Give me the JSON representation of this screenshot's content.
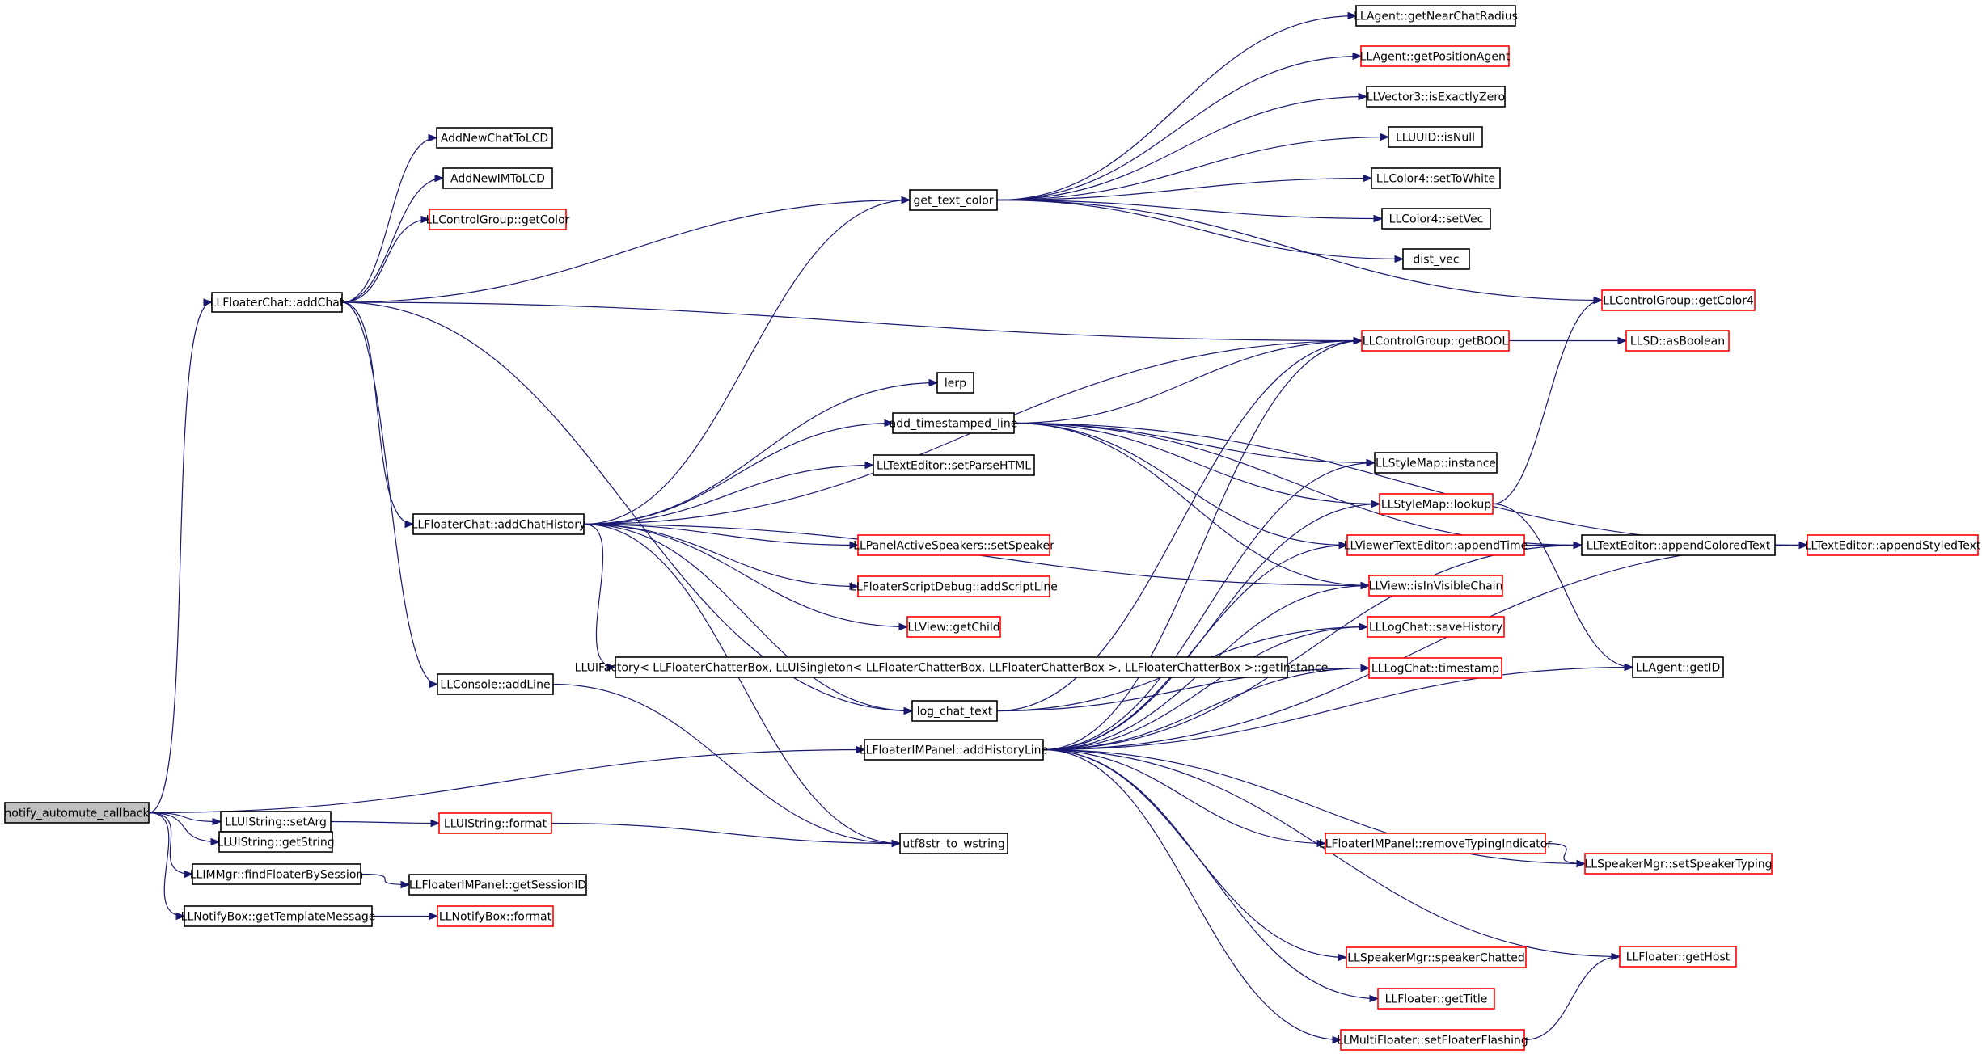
{
  "nodes": [
    {
      "id": "notify",
      "label": "notify_automute_callback",
      "border": "root"
    },
    {
      "id": "addChat",
      "label": "LLFloaterChat::addChat",
      "border": "black"
    },
    {
      "id": "AddNewChatToLCD",
      "label": "AddNewChatToLCD",
      "border": "black"
    },
    {
      "id": "AddNewIMToLCD",
      "label": "AddNewIMToLCD",
      "border": "black"
    },
    {
      "id": "getColor",
      "label": "LLControlGroup::getColor",
      "border": "red"
    },
    {
      "id": "getTextColor",
      "label": "get_text_color",
      "border": "black"
    },
    {
      "id": "getNearChatRadius",
      "label": "LLAgent::getNearChatRadius",
      "border": "black"
    },
    {
      "id": "getPositionAgent",
      "label": "LLAgent::getPositionAgent",
      "border": "red"
    },
    {
      "id": "isExactlyZero",
      "label": "LLVector3::isExactlyZero",
      "border": "black"
    },
    {
      "id": "isNull",
      "label": "LLUUID::isNull",
      "border": "black"
    },
    {
      "id": "setToWhite",
      "label": "LLColor4::setToWhite",
      "border": "black"
    },
    {
      "id": "setVec",
      "label": "LLColor4::setVec",
      "border": "black"
    },
    {
      "id": "distVec",
      "label": "dist_vec",
      "border": "black"
    },
    {
      "id": "getColor4",
      "label": "LLControlGroup::getColor4",
      "border": "red"
    },
    {
      "id": "getBOOL",
      "label": "LLControlGroup::getBOOL",
      "border": "red"
    },
    {
      "id": "asBoolean",
      "label": "LLSD::asBoolean",
      "border": "red"
    },
    {
      "id": "lerp",
      "label": "lerp",
      "border": "black"
    },
    {
      "id": "addTimestampedLine",
      "label": "add_timestamped_line",
      "border": "black"
    },
    {
      "id": "setParseHTML",
      "label": "LLTextEditor::setParseHTML",
      "border": "black"
    },
    {
      "id": "addChatHistory",
      "label": "LLFloaterChat::addChatHistory",
      "border": "black"
    },
    {
      "id": "styleInstance",
      "label": "LLStyleMap::instance",
      "border": "black"
    },
    {
      "id": "styleLookup",
      "label": "LLStyleMap::lookup",
      "border": "red"
    },
    {
      "id": "setSpeaker",
      "label": "LLPanelActiveSpeakers::setSpeaker",
      "border": "red"
    },
    {
      "id": "appendTime",
      "label": "LLViewerTextEditor::appendTime",
      "border": "red"
    },
    {
      "id": "appendColoredText",
      "label": "LLTextEditor::appendColoredText",
      "border": "black"
    },
    {
      "id": "appendStyledText",
      "label": "LLTextEditor::appendStyledText",
      "border": "red"
    },
    {
      "id": "addScriptLine",
      "label": "LLFloaterScriptDebug::addScriptLine",
      "border": "red"
    },
    {
      "id": "isInVisibleChain",
      "label": "LLView::isInVisibleChain",
      "border": "red"
    },
    {
      "id": "getChild",
      "label": "LLView::getChild",
      "border": "red"
    },
    {
      "id": "saveHistory",
      "label": "LLLogChat::saveHistory",
      "border": "red"
    },
    {
      "id": "getInstance",
      "label": "LLUIFactory< LLFloaterChatterBox, LLUISingleton< LLFloaterChatterBox, LLFloaterChatterBox >, LLFloaterChatterBox >::getInstance",
      "border": "black"
    },
    {
      "id": "timestamp",
      "label": "LLLogChat::timestamp",
      "border": "red"
    },
    {
      "id": "consoleAddLine",
      "label": "LLConsole::addLine",
      "border": "black"
    },
    {
      "id": "logChatText",
      "label": "log_chat_text",
      "border": "black"
    },
    {
      "id": "agentGetID",
      "label": "LLAgent::getID",
      "border": "black"
    },
    {
      "id": "addHistoryLine",
      "label": "LLFloaterIMPanel::addHistoryLine",
      "border": "black"
    },
    {
      "id": "setArg",
      "label": "LLUIString::setArg",
      "border": "black"
    },
    {
      "id": "uiFormat",
      "label": "LLUIString::format",
      "border": "red"
    },
    {
      "id": "getString",
      "label": "LLUIString::getString",
      "border": "black"
    },
    {
      "id": "utf8str",
      "label": "utf8str_to_wstring",
      "border": "black"
    },
    {
      "id": "removeTyping",
      "label": "LLFloaterIMPanel::removeTypingIndicator",
      "border": "red"
    },
    {
      "id": "setSpeakerTyping",
      "label": "LLSpeakerMgr::setSpeakerTyping",
      "border": "red"
    },
    {
      "id": "findFloater",
      "label": "LLIMMgr::findFloaterBySession",
      "border": "black"
    },
    {
      "id": "getSessionID",
      "label": "LLFloaterIMPanel::getSessionID",
      "border": "black"
    },
    {
      "id": "getTemplateMessage",
      "label": "LLNotifyBox::getTemplateMessage",
      "border": "black"
    },
    {
      "id": "notifyFormat",
      "label": "LLNotifyBox::format",
      "border": "red"
    },
    {
      "id": "speakerChatted",
      "label": "LLSpeakerMgr::speakerChatted",
      "border": "red"
    },
    {
      "id": "getHost",
      "label": "LLFloater::getHost",
      "border": "red"
    },
    {
      "id": "getTitle",
      "label": "LLFloater::getTitle",
      "border": "red"
    },
    {
      "id": "setFloaterFlashing",
      "label": "LLMultiFloater::setFloaterFlashing",
      "border": "red"
    }
  ],
  "edges": [
    [
      "notify",
      "addChat"
    ],
    [
      "notify",
      "addHistoryLine"
    ],
    [
      "notify",
      "setArg"
    ],
    [
      "notify",
      "getString"
    ],
    [
      "notify",
      "findFloater"
    ],
    [
      "notify",
      "getTemplateMessage"
    ],
    [
      "addChat",
      "AddNewChatToLCD"
    ],
    [
      "addChat",
      "AddNewIMToLCD"
    ],
    [
      "addChat",
      "getColor"
    ],
    [
      "addChat",
      "getTextColor"
    ],
    [
      "addChat",
      "getBOOL"
    ],
    [
      "addChat",
      "addChatHistory"
    ],
    [
      "addChat",
      "consoleAddLine"
    ],
    [
      "addChat",
      "logChatText"
    ],
    [
      "getTextColor",
      "getNearChatRadius"
    ],
    [
      "getTextColor",
      "getPositionAgent"
    ],
    [
      "getTextColor",
      "isExactlyZero"
    ],
    [
      "getTextColor",
      "isNull"
    ],
    [
      "getTextColor",
      "setToWhite"
    ],
    [
      "getTextColor",
      "setVec"
    ],
    [
      "getTextColor",
      "distVec"
    ],
    [
      "getTextColor",
      "getColor4"
    ],
    [
      "getBOOL",
      "asBoolean"
    ],
    [
      "addChatHistory",
      "getTextColor"
    ],
    [
      "addChatHistory",
      "getBOOL"
    ],
    [
      "addChatHistory",
      "lerp"
    ],
    [
      "addChatHistory",
      "addTimestampedLine"
    ],
    [
      "addChatHistory",
      "setParseHTML"
    ],
    [
      "addChatHistory",
      "isInVisibleChain"
    ],
    [
      "addChatHistory",
      "setSpeaker"
    ],
    [
      "addChatHistory",
      "addScriptLine"
    ],
    [
      "addChatHistory",
      "getChild"
    ],
    [
      "addChatHistory",
      "getInstance"
    ],
    [
      "addChatHistory",
      "logChatText"
    ],
    [
      "addChatHistory",
      "utf8str"
    ],
    [
      "addTimestampedLine",
      "getBOOL"
    ],
    [
      "addTimestampedLine",
      "styleInstance"
    ],
    [
      "addTimestampedLine",
      "styleLookup"
    ],
    [
      "addTimestampedLine",
      "appendTime"
    ],
    [
      "addTimestampedLine",
      "appendColoredText"
    ],
    [
      "addTimestampedLine",
      "appendStyledText"
    ],
    [
      "addTimestampedLine",
      "isInVisibleChain"
    ],
    [
      "styleLookup",
      "getColor4"
    ],
    [
      "styleLookup",
      "agentGetID"
    ],
    [
      "appendTime",
      "appendColoredText"
    ],
    [
      "appendColoredText",
      "appendStyledText"
    ],
    [
      "logChatText",
      "saveHistory"
    ],
    [
      "logChatText",
      "timestamp"
    ],
    [
      "logChatText",
      "getBOOL"
    ],
    [
      "consoleAddLine",
      "utf8str"
    ],
    [
      "addHistoryLine",
      "getBOOL"
    ],
    [
      "addHistoryLine",
      "styleInstance"
    ],
    [
      "addHistoryLine",
      "styleLookup"
    ],
    [
      "addHistoryLine",
      "appendTime"
    ],
    [
      "addHistoryLine",
      "appendColoredText"
    ],
    [
      "addHistoryLine",
      "appendStyledText"
    ],
    [
      "addHistoryLine",
      "isInVisibleChain"
    ],
    [
      "addHistoryLine",
      "saveHistory"
    ],
    [
      "addHistoryLine",
      "timestamp"
    ],
    [
      "addHistoryLine",
      "agentGetID"
    ],
    [
      "addHistoryLine",
      "removeTyping"
    ],
    [
      "addHistoryLine",
      "speakerChatted"
    ],
    [
      "addHistoryLine",
      "getHost"
    ],
    [
      "addHistoryLine",
      "getTitle"
    ],
    [
      "addHistoryLine",
      "setFloaterFlashing"
    ],
    [
      "addHistoryLine",
      "setSpeakerTyping"
    ],
    [
      "removeTyping",
      "setSpeakerTyping"
    ],
    [
      "setArg",
      "uiFormat"
    ],
    [
      "uiFormat",
      "utf8str"
    ],
    [
      "findFloater",
      "getSessionID"
    ],
    [
      "getTemplateMessage",
      "notifyFormat"
    ],
    [
      "setFloaterFlashing",
      "getHost"
    ]
  ]
}
